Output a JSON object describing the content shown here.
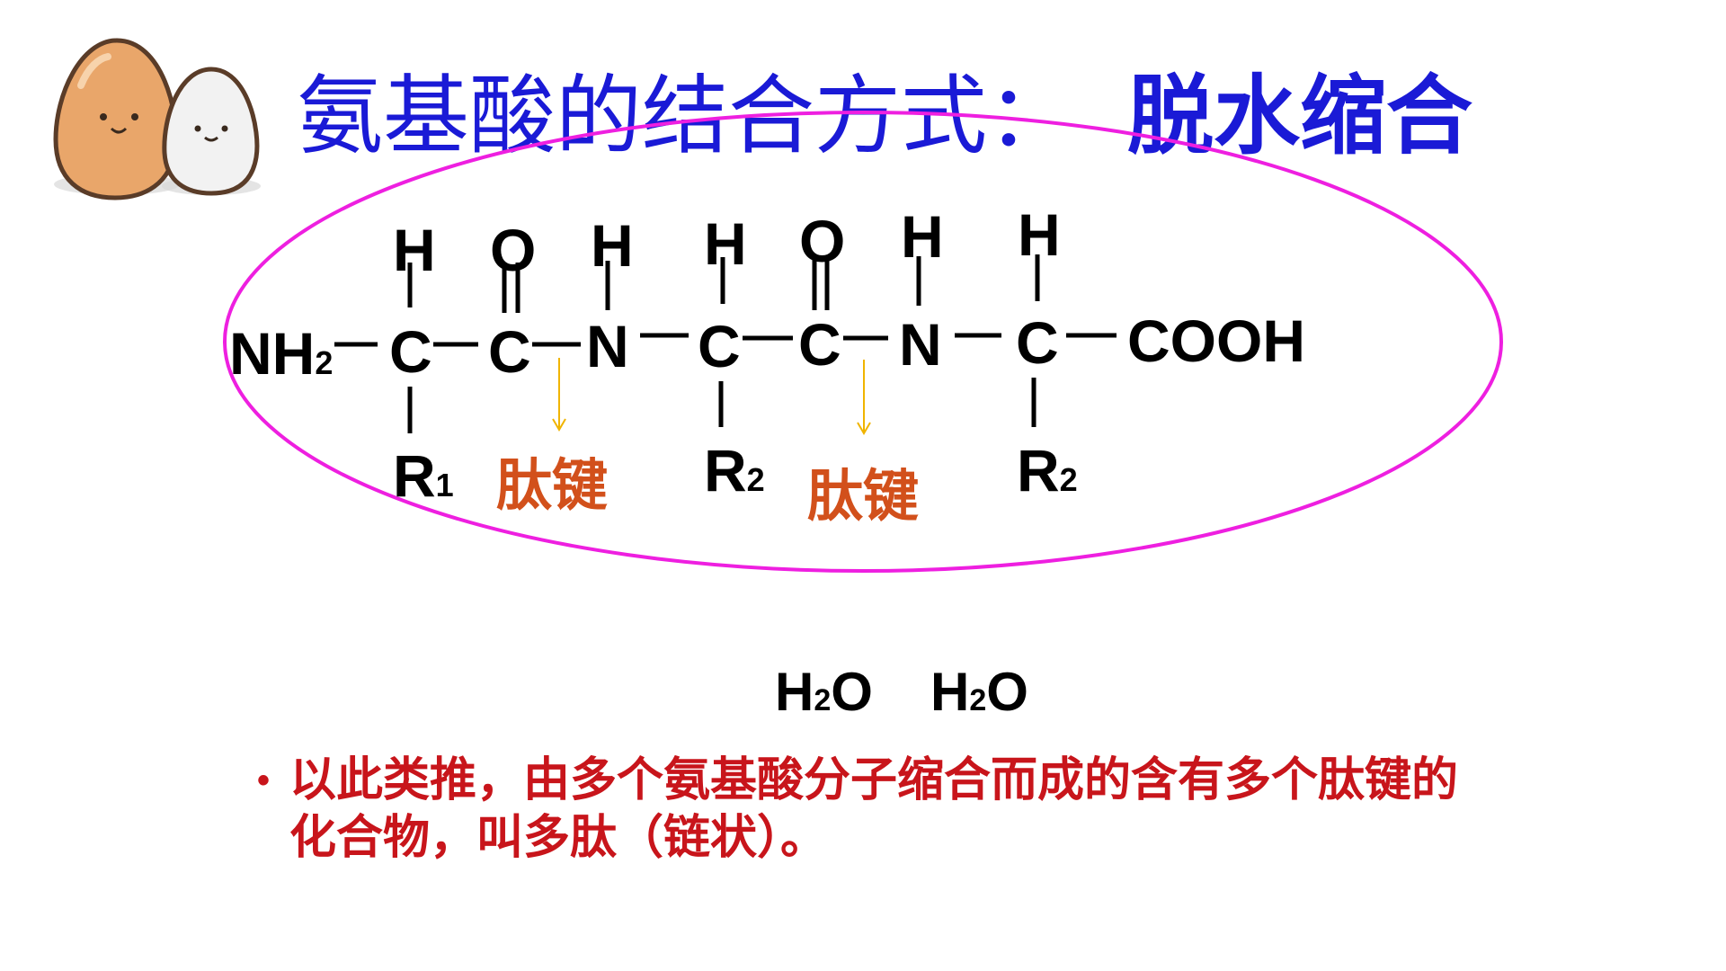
{
  "title": {
    "prefix": "氨基酸的结合方式：",
    "emphasis": "脱水缩合"
  },
  "structure": {
    "amino_group": {
      "main": "NH",
      "sub": "2"
    },
    "carboxyl": "COOH",
    "carbon": "C",
    "nitrogen": "N",
    "hydrogen": "H",
    "oxygen": "O",
    "r1": {
      "main": "R",
      "sub": "1"
    },
    "r2": {
      "main": "R",
      "sub": "2"
    },
    "r3": {
      "main": "R",
      "sub": "2"
    }
  },
  "peptide_bond_label_1": "肽键",
  "peptide_bond_label_2": "肽键",
  "water_1": {
    "main": "H",
    "sub": "2",
    "end": "O"
  },
  "water_2": {
    "main": "H",
    "sub": "2",
    "end": "O"
  },
  "note": {
    "bullet": "•",
    "text": "以此类推，由多个氨基酸分子缩合而成的含有多个肽键的化合物，叫多肽（链状）。"
  },
  "colors": {
    "title": "#1a1ad6",
    "ellipse": "#ee1fe0",
    "peptide_label": "#d2501b",
    "arrow": "#f0b400",
    "note": "#c8151b"
  }
}
